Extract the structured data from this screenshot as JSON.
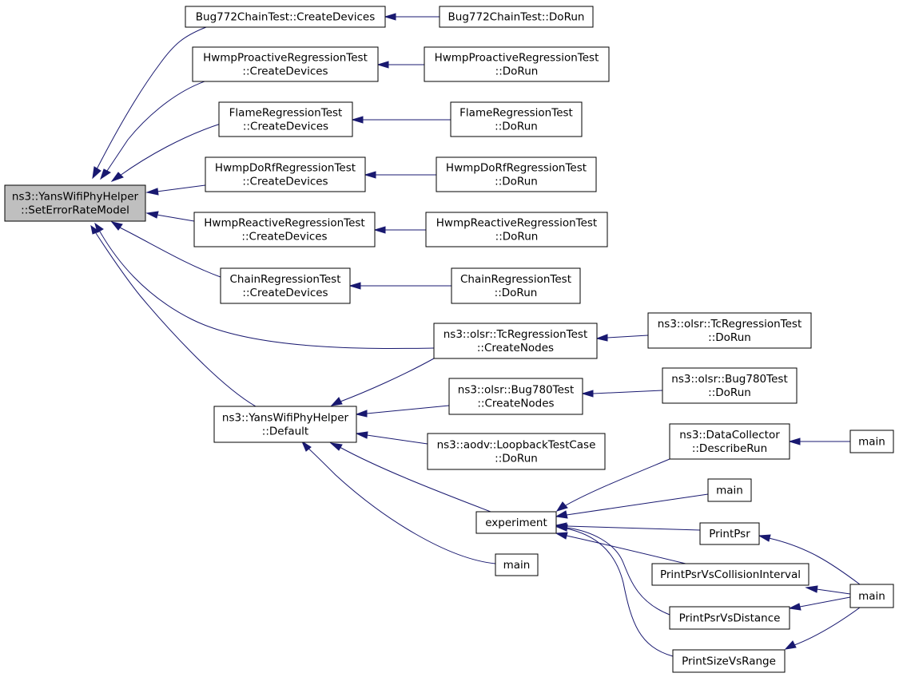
{
  "graph": {
    "edge_color": "#191970",
    "root_fill": "#bfbfbf",
    "nodes": [
      {
        "id": "root",
        "lines": [
          "ns3::YansWifiPhyHelper",
          "::SetErrorRateModel"
        ],
        "root": true
      },
      {
        "id": "bug772_cd",
        "lines": [
          "Bug772ChainTest::CreateDevices"
        ]
      },
      {
        "id": "bug772_dr",
        "lines": [
          "Bug772ChainTest::DoRun"
        ]
      },
      {
        "id": "hwmppro_cd",
        "lines": [
          "HwmpProactiveRegressionTest",
          "::CreateDevices"
        ]
      },
      {
        "id": "hwmppro_dr",
        "lines": [
          "HwmpProactiveRegressionTest",
          "::DoRun"
        ]
      },
      {
        "id": "flame_cd",
        "lines": [
          "FlameRegressionTest",
          "::CreateDevices"
        ]
      },
      {
        "id": "flame_dr",
        "lines": [
          "FlameRegressionTest",
          "::DoRun"
        ]
      },
      {
        "id": "hwmpdorf_cd",
        "lines": [
          "HwmpDoRfRegressionTest",
          "::CreateDevices"
        ]
      },
      {
        "id": "hwmpdorf_dr",
        "lines": [
          "HwmpDoRfRegressionTest",
          "::DoRun"
        ]
      },
      {
        "id": "hwmpre_cd",
        "lines": [
          "HwmpReactiveRegressionTest",
          "::CreateDevices"
        ]
      },
      {
        "id": "hwmpre_dr",
        "lines": [
          "HwmpReactiveRegressionTest",
          "::DoRun"
        ]
      },
      {
        "id": "chain_cd",
        "lines": [
          "ChainRegressionTest",
          "::CreateDevices"
        ]
      },
      {
        "id": "chain_dr",
        "lines": [
          "ChainRegressionTest",
          "::DoRun"
        ]
      },
      {
        "id": "tc_cn",
        "lines": [
          "ns3::olsr::TcRegressionTest",
          "::CreateNodes"
        ]
      },
      {
        "id": "tc_dr",
        "lines": [
          "ns3::olsr::TcRegressionTest",
          "::DoRun"
        ]
      },
      {
        "id": "default",
        "lines": [
          "ns3::YansWifiPhyHelper",
          "::Default"
        ]
      },
      {
        "id": "bug780_cn",
        "lines": [
          "ns3::olsr::Bug780Test",
          "::CreateNodes"
        ]
      },
      {
        "id": "bug780_dr",
        "lines": [
          "ns3::olsr::Bug780Test",
          "::DoRun"
        ]
      },
      {
        "id": "aodv_dr",
        "lines": [
          "ns3::aodv::LoopbackTestCase",
          "::DoRun"
        ]
      },
      {
        "id": "dc_run",
        "lines": [
          "ns3::DataCollector",
          "::DescribeRun"
        ]
      },
      {
        "id": "main1",
        "lines": [
          "main"
        ]
      },
      {
        "id": "experiment",
        "lines": [
          "experiment"
        ]
      },
      {
        "id": "main2",
        "lines": [
          "main"
        ]
      },
      {
        "id": "printpsr",
        "lines": [
          "PrintPsr"
        ]
      },
      {
        "id": "main3",
        "lines": [
          "main"
        ]
      },
      {
        "id": "ppci",
        "lines": [
          "PrintPsrVsCollisionInterval"
        ]
      },
      {
        "id": "main4",
        "lines": [
          "main"
        ]
      },
      {
        "id": "ppvd",
        "lines": [
          "PrintPsrVsDistance"
        ]
      },
      {
        "id": "psvr",
        "lines": [
          "PrintSizeVsRange"
        ]
      }
    ]
  }
}
